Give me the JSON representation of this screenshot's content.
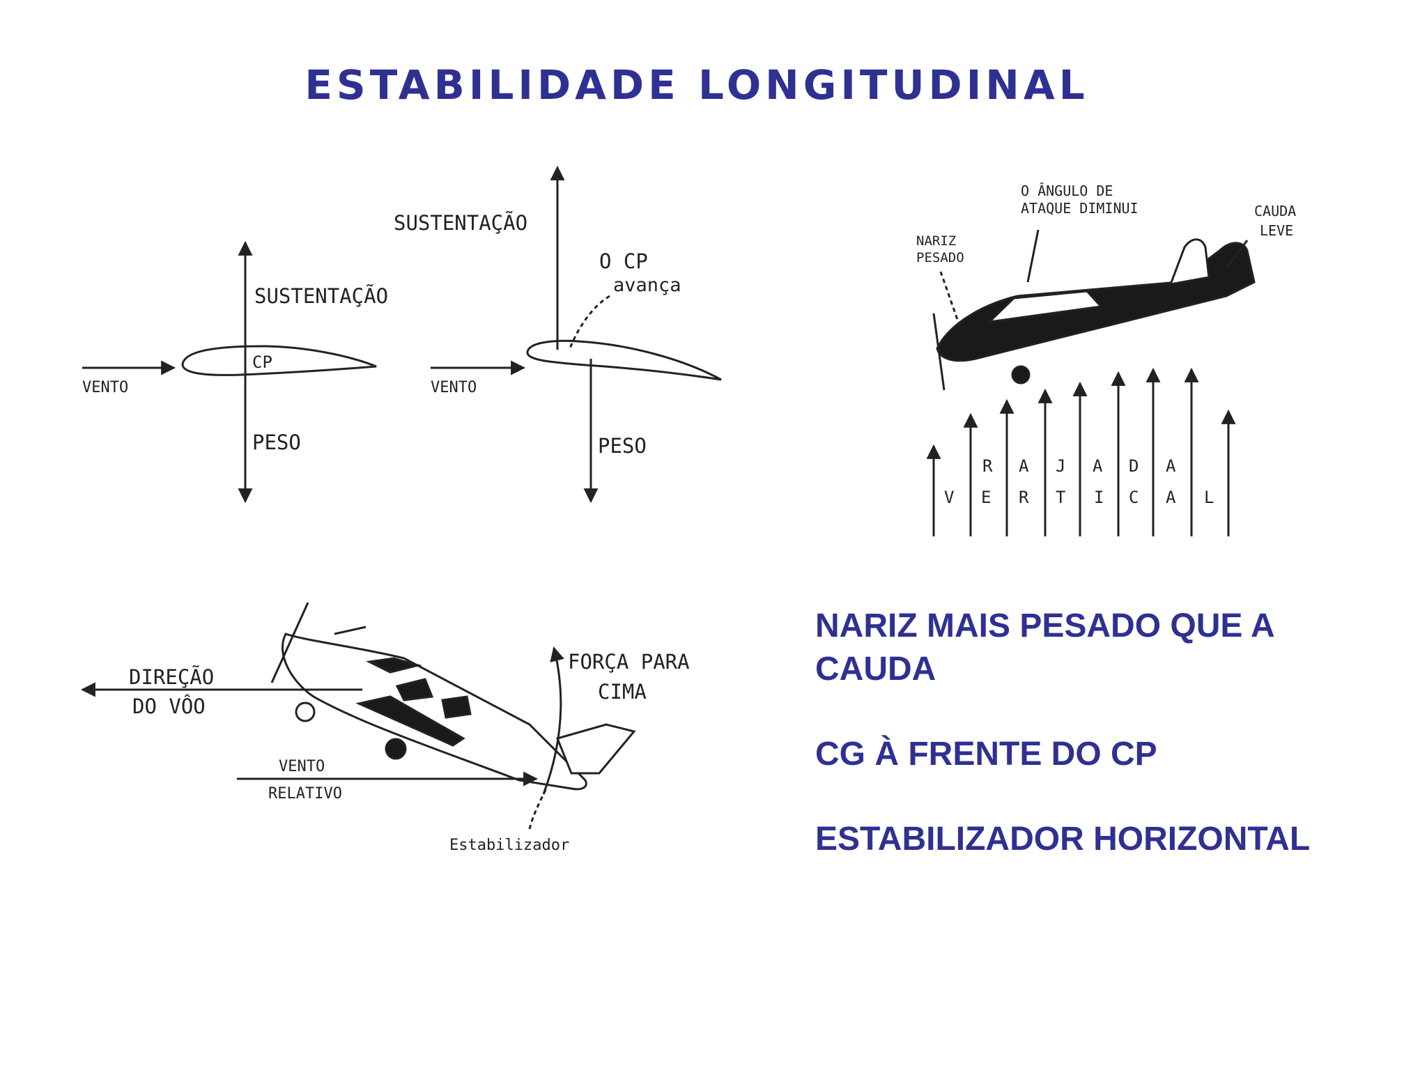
{
  "title": "ESTABILIDADE LONGITUDINAL",
  "colors": {
    "title": "#2e3192",
    "notes": "#2e3192",
    "drawing": "#222222"
  },
  "diagram1": {
    "lift": "SUSTENTAÇÃO",
    "cp": "CP",
    "wind": "VENTO",
    "weight": "PESO"
  },
  "diagram2": {
    "lift": "SUSTENTAÇÃO",
    "cp_line1": "O CP",
    "cp_line2": "avança",
    "wind": "VENTO",
    "weight": "PESO"
  },
  "diagram3": {
    "angle_line1": "O ÂNGULO DE",
    "angle_line2": "ATAQUE  DIMINUI",
    "nose_line1": "NARIZ",
    "nose_line2": "PESADO",
    "tail_line1": "CAUDA",
    "tail_line2": "LEVE",
    "gust_word1": [
      "R",
      "A",
      "J",
      "A",
      "D",
      "A"
    ],
    "gust_word2": [
      "V",
      "E",
      "R",
      "T",
      "I",
      "C",
      "A",
      "L"
    ]
  },
  "diagram4": {
    "direction_line1": "DIREÇÃO",
    "direction_line2": "DO VÔO",
    "force_line1": "FORÇA PARA",
    "force_line2": "CIMA",
    "wind_line1": "VENTO",
    "wind_line2": "RELATIVO",
    "stabilizer": "Estabilizador"
  },
  "notes": [
    "NARIZ MAIS PESADO QUE A CAUDA",
    "CG À FRENTE DO CP",
    "ESTABILIZADOR HORIZONTAL"
  ]
}
